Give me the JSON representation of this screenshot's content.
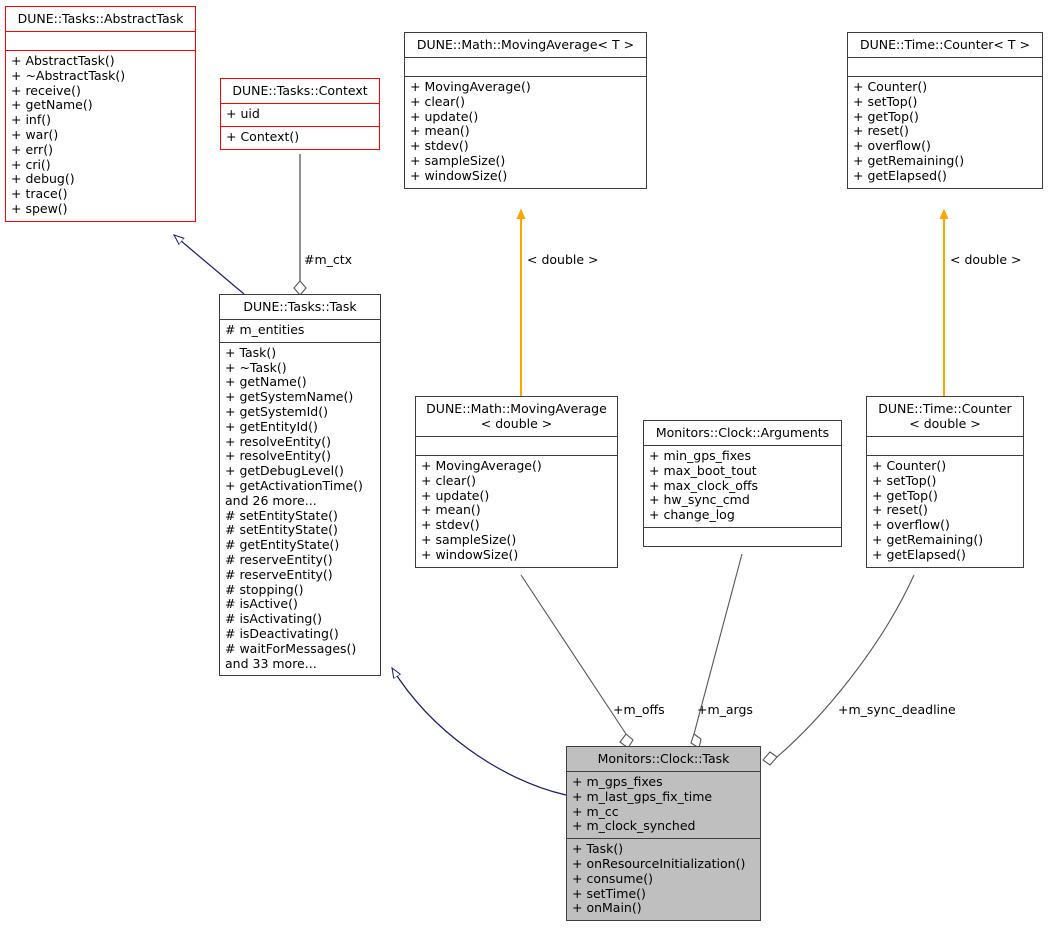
{
  "diagram": {
    "title": "Monitors::Clock::Task collaboration diagram",
    "type": "uml-class-collaboration",
    "colors": {
      "base_class_border": "#ff0000",
      "normal_border": "#3d3d3d",
      "highlight_fill": "#bfbfbf",
      "inheritance_arrow": "#191970",
      "template_arrow": "#ffa500",
      "usage_edge": "#555555"
    }
  },
  "classes": [
    {
      "id": "abstract-task",
      "name": "DUNE::Tasks::AbstractTask",
      "attributes": [],
      "operations": [
        "+ AbstractTask()",
        "+ ~AbstractTask()",
        "+ receive()",
        "+ getName()",
        "+ inf()",
        "+ war()",
        "+ err()",
        "+ cri()",
        "+ debug()",
        "+ trace()",
        "+ spew()"
      ]
    },
    {
      "id": "context",
      "name": "DUNE::Tasks::Context",
      "attributes": [
        "+ uid"
      ],
      "operations": [
        "+ Context()"
      ]
    },
    {
      "id": "moving-average-t",
      "name": "DUNE::Math::MovingAverage< T >",
      "attributes": [],
      "operations": [
        "+ MovingAverage()",
        "+ clear()",
        "+ update()",
        "+ mean()",
        "+ stdev()",
        "+ sampleSize()",
        "+ windowSize()"
      ]
    },
    {
      "id": "counter-t",
      "name": "DUNE::Time::Counter< T >",
      "attributes": [],
      "operations": [
        "+ Counter()",
        "+ setTop()",
        "+ getTop()",
        "+ reset()",
        "+ overflow()",
        "+ getRemaining()",
        "+ getElapsed()"
      ]
    },
    {
      "id": "tasks-task",
      "name": "DUNE::Tasks::Task",
      "attributes": [
        "# m_entities"
      ],
      "operations": [
        "+ Task()",
        "+ ~Task()",
        "+ getName()",
        "+ getSystemName()",
        "+ getSystemId()",
        "+ getEntityId()",
        "+ resolveEntity()",
        "+ resolveEntity()",
        "+ getDebugLevel()",
        "+ getActivationTime()",
        "and 26 more...",
        "# setEntityState()",
        "# setEntityState()",
        "# getEntityState()",
        "# reserveEntity()",
        "# reserveEntity()",
        "# stopping()",
        "# isActive()",
        "# isActivating()",
        "# isDeactivating()",
        "# waitForMessages()",
        "and 33 more..."
      ]
    },
    {
      "id": "moving-average-double",
      "name": "DUNE::Math::MovingAverage\n< double >",
      "attributes": [],
      "operations": [
        "+ MovingAverage()",
        "+ clear()",
        "+ update()",
        "+ mean()",
        "+ stdev()",
        "+ sampleSize()",
        "+ windowSize()"
      ]
    },
    {
      "id": "clock-arguments",
      "name": "Monitors::Clock::Arguments",
      "attributes": [
        "+ min_gps_fixes",
        "+ max_boot_tout",
        "+ max_clock_offs",
        "+ hw_sync_cmd",
        "+ change_log"
      ],
      "operations": []
    },
    {
      "id": "counter-double",
      "name": "DUNE::Time::Counter\n< double >",
      "attributes": [],
      "operations": [
        "+ Counter()",
        "+ setTop()",
        "+ getTop()",
        "+ reset()",
        "+ overflow()",
        "+ getRemaining()",
        "+ getElapsed()"
      ]
    },
    {
      "id": "clock-task",
      "name": "Monitors::Clock::Task",
      "attributes": [
        "+ m_gps_fixes",
        "+ m_last_gps_fix_time",
        "+ m_cc",
        "+ m_clock_synched"
      ],
      "operations": [
        "+ Task()",
        "+ onResourceInitialization()",
        "+ consume()",
        "+ setTime()",
        "+ onMain()"
      ]
    }
  ],
  "edge_labels": {
    "m_ctx": "#m_ctx",
    "template_double_left": "< double >",
    "template_double_right": "< double >",
    "m_offs": "+m_offs",
    "m_args": "+m_args",
    "m_sync_deadline": "+m_sync_deadline"
  }
}
